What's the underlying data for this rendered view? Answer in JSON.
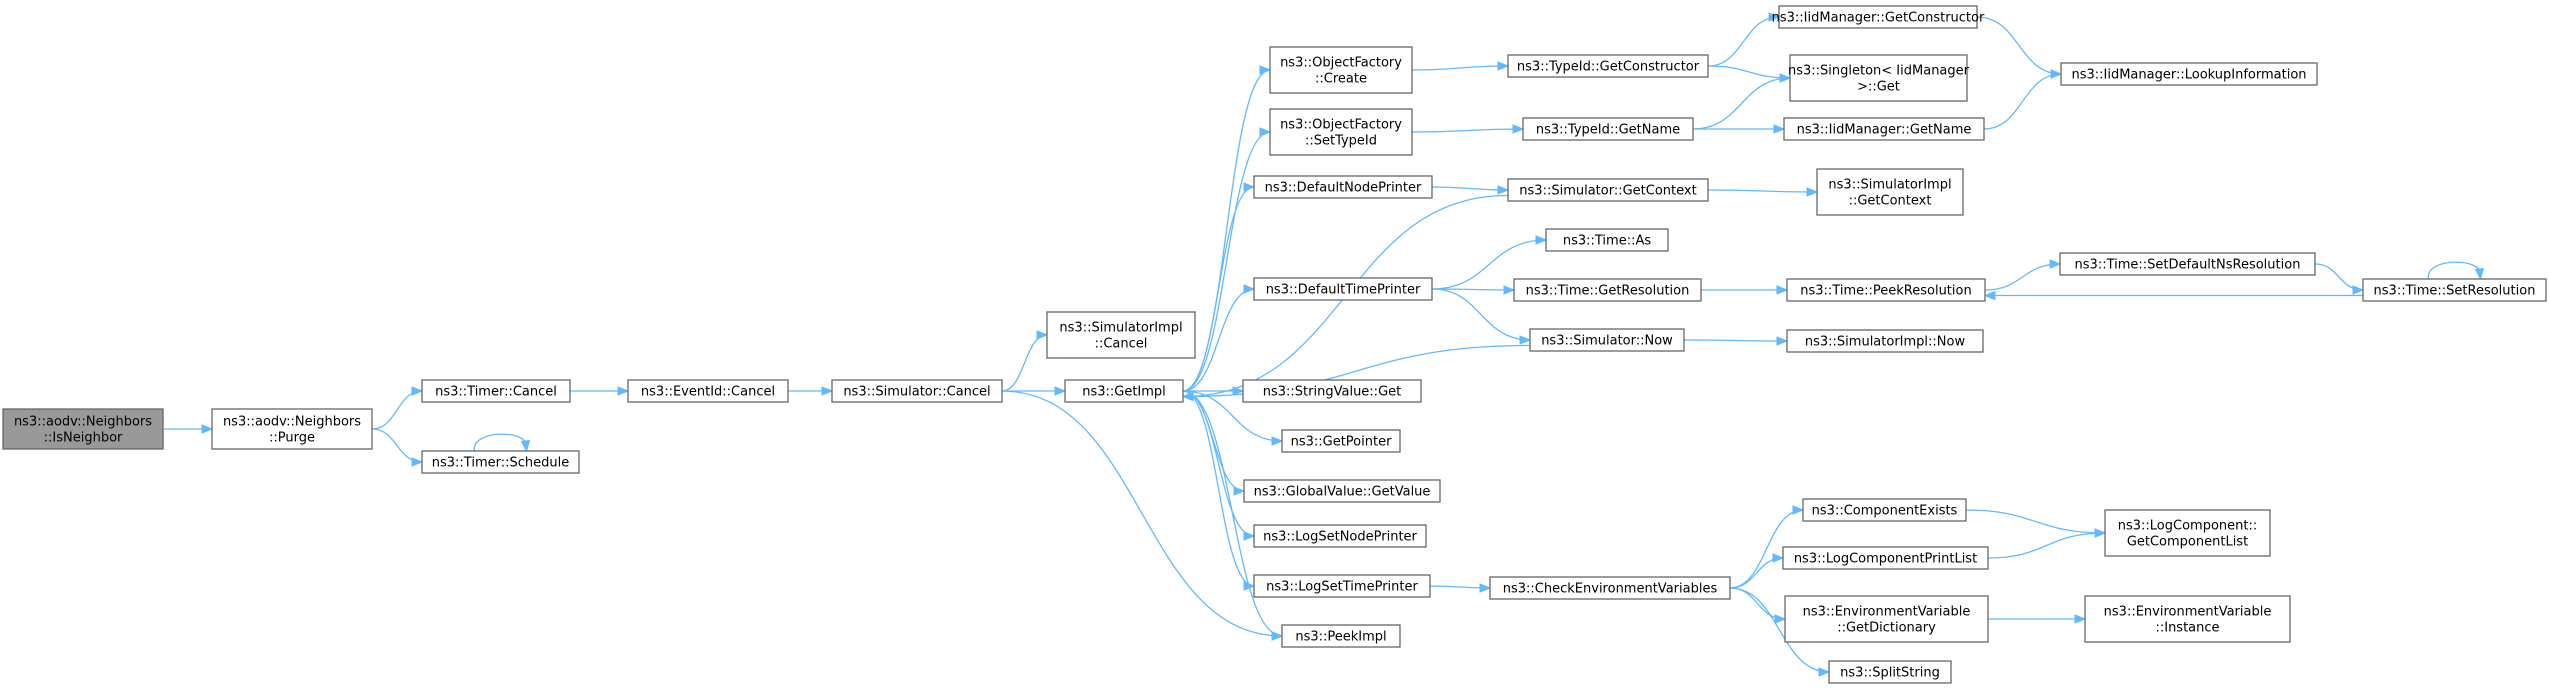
{
  "diagram": {
    "nodes": [
      {
        "id": "n0",
        "label": [
          "ns3::aodv::Neighbors",
          "::IsNeighbor"
        ],
        "root": true
      },
      {
        "id": "n1",
        "label": [
          "ns3::aodv::Neighbors",
          "::Purge"
        ]
      },
      {
        "id": "n2",
        "label": [
          "ns3::Timer::Cancel"
        ]
      },
      {
        "id": "n3",
        "label": [
          "ns3::Timer::Schedule"
        ]
      },
      {
        "id": "n4",
        "label": [
          "ns3::EventId::Cancel"
        ]
      },
      {
        "id": "n5",
        "label": [
          "ns3::Simulator::Cancel"
        ]
      },
      {
        "id": "n6",
        "label": [
          "ns3::SimulatorImpl",
          "::Cancel"
        ]
      },
      {
        "id": "n7",
        "label": [
          "ns3::GetImpl"
        ]
      },
      {
        "id": "n8",
        "label": [
          "ns3::PeekImpl"
        ]
      },
      {
        "id": "n9",
        "label": [
          "ns3::ObjectFactory",
          "::Create"
        ]
      },
      {
        "id": "n10",
        "label": [
          "ns3::ObjectFactory",
          "::SetTypeId"
        ]
      },
      {
        "id": "n11",
        "label": [
          "ns3::DefaultNodePrinter"
        ]
      },
      {
        "id": "n12",
        "label": [
          "ns3::DefaultTimePrinter"
        ]
      },
      {
        "id": "n13",
        "label": [
          "ns3::StringValue::Get"
        ]
      },
      {
        "id": "n14",
        "label": [
          "ns3::GetPointer"
        ]
      },
      {
        "id": "n15",
        "label": [
          "ns3::GlobalValue::GetValue"
        ]
      },
      {
        "id": "n16",
        "label": [
          "ns3::LogSetNodePrinter"
        ]
      },
      {
        "id": "n17",
        "label": [
          "ns3::LogSetTimePrinter"
        ]
      },
      {
        "id": "n18",
        "label": [
          "ns3::TypeId::GetConstructor"
        ]
      },
      {
        "id": "n19",
        "label": [
          "ns3::TypeId::GetName"
        ]
      },
      {
        "id": "n20",
        "label": [
          "ns3::Simulator::GetContext"
        ]
      },
      {
        "id": "n21",
        "label": [
          "ns3::Time::As"
        ]
      },
      {
        "id": "n22",
        "label": [
          "ns3::Time::GetResolution"
        ]
      },
      {
        "id": "n23",
        "label": [
          "ns3::Simulator::Now"
        ]
      },
      {
        "id": "n24",
        "label": [
          "ns3::CheckEnvironmentVariables"
        ]
      },
      {
        "id": "n25",
        "label": [
          "ns3::IidManager::GetConstructor"
        ]
      },
      {
        "id": "n26",
        "label": [
          "ns3::Singleton< IidManager",
          " >::Get"
        ]
      },
      {
        "id": "n27",
        "label": [
          "ns3::IidManager::GetName"
        ]
      },
      {
        "id": "n28",
        "label": [
          "ns3::SimulatorImpl",
          "::GetContext"
        ]
      },
      {
        "id": "n29",
        "label": [
          "ns3::Time::PeekResolution"
        ]
      },
      {
        "id": "n30",
        "label": [
          "ns3::SimulatorImpl::Now"
        ]
      },
      {
        "id": "n31",
        "label": [
          "ns3::ComponentExists"
        ]
      },
      {
        "id": "n32",
        "label": [
          "ns3::LogComponentPrintList"
        ]
      },
      {
        "id": "n33",
        "label": [
          "ns3::EnvironmentVariable",
          "::GetDictionary"
        ]
      },
      {
        "id": "n34",
        "label": [
          "ns3::SplitString"
        ]
      },
      {
        "id": "n35",
        "label": [
          "ns3::IidManager::LookupInformation"
        ]
      },
      {
        "id": "n36",
        "label": [
          "ns3::Time::SetDefaultNsResolution"
        ]
      },
      {
        "id": "n37",
        "label": [
          "ns3::Time::SetResolution"
        ]
      },
      {
        "id": "n38",
        "label": [
          "ns3::LogComponent::",
          "GetComponentList"
        ]
      },
      {
        "id": "n39",
        "label": [
          "ns3::EnvironmentVariable",
          "::Instance"
        ]
      }
    ],
    "edges": [
      [
        "n0",
        "n1"
      ],
      [
        "n1",
        "n2"
      ],
      [
        "n1",
        "n3"
      ],
      [
        "n3",
        "n3"
      ],
      [
        "n2",
        "n4"
      ],
      [
        "n4",
        "n5"
      ],
      [
        "n5",
        "n6"
      ],
      [
        "n5",
        "n7"
      ],
      [
        "n5",
        "n8"
      ],
      [
        "n7",
        "n9"
      ],
      [
        "n7",
        "n10"
      ],
      [
        "n7",
        "n11"
      ],
      [
        "n7",
        "n12"
      ],
      [
        "n7",
        "n13"
      ],
      [
        "n7",
        "n14"
      ],
      [
        "n7",
        "n15"
      ],
      [
        "n7",
        "n16"
      ],
      [
        "n7",
        "n17"
      ],
      [
        "n7",
        "n8"
      ],
      [
        "n9",
        "n18"
      ],
      [
        "n10",
        "n19"
      ],
      [
        "n11",
        "n20"
      ],
      [
        "n20",
        "n7"
      ],
      [
        "n20",
        "n28"
      ],
      [
        "n12",
        "n21"
      ],
      [
        "n12",
        "n22"
      ],
      [
        "n12",
        "n23"
      ],
      [
        "n23",
        "n7"
      ],
      [
        "n23",
        "n30"
      ],
      [
        "n17",
        "n24"
      ],
      [
        "n18",
        "n25"
      ],
      [
        "n18",
        "n26"
      ],
      [
        "n25",
        "n35"
      ],
      [
        "n19",
        "n26"
      ],
      [
        "n19",
        "n27"
      ],
      [
        "n27",
        "n35"
      ],
      [
        "n22",
        "n29"
      ],
      [
        "n29",
        "n36"
      ],
      [
        "n36",
        "n37"
      ],
      [
        "n37",
        "n29"
      ],
      [
        "n37",
        "n37"
      ],
      [
        "n24",
        "n31"
      ],
      [
        "n24",
        "n32"
      ],
      [
        "n24",
        "n33"
      ],
      [
        "n24",
        "n34"
      ],
      [
        "n31",
        "n38"
      ],
      [
        "n32",
        "n38"
      ],
      [
        "n33",
        "n39"
      ]
    ]
  }
}
